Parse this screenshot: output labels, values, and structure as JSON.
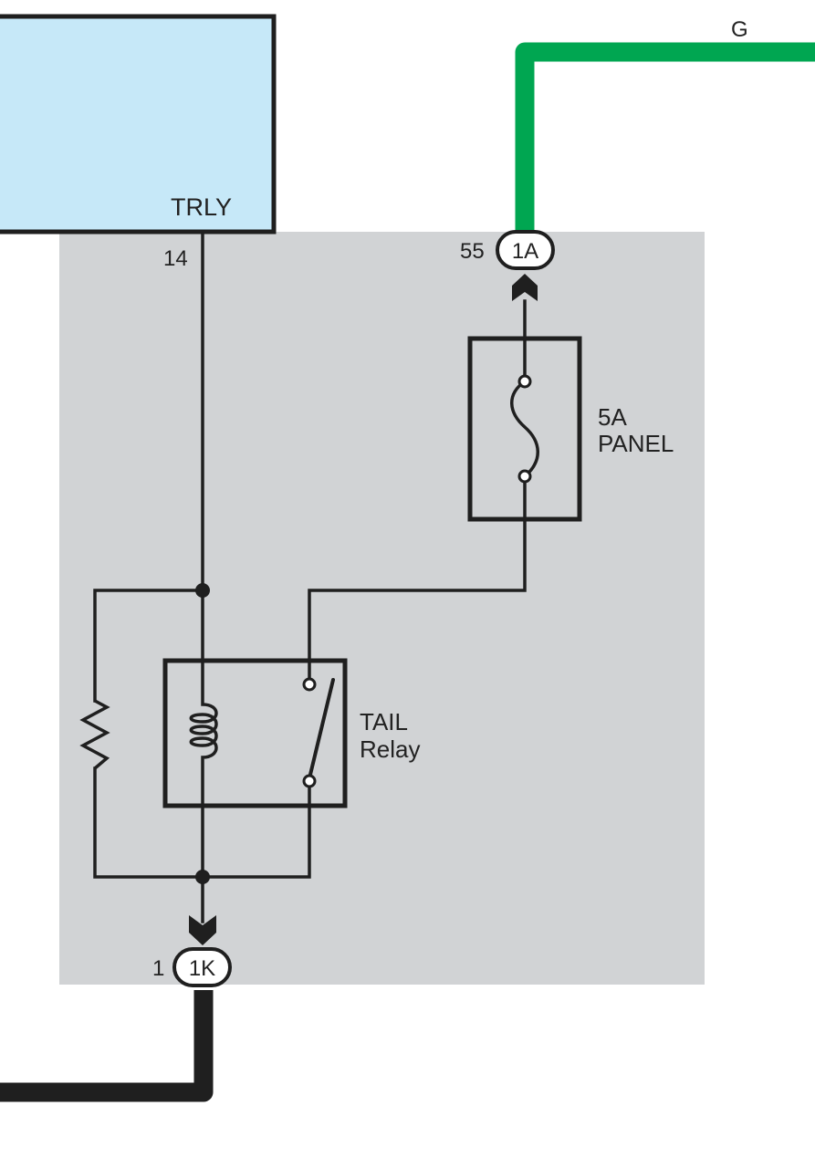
{
  "ecu": {
    "label": "TRLY",
    "pin": "14"
  },
  "top_connector": {
    "pin": "55",
    "label": "1A"
  },
  "bottom_connector": {
    "pin": "1",
    "label": "1K"
  },
  "wire_color_label": "G",
  "fuse": {
    "rating": "5A",
    "name": "PANEL"
  },
  "relay": {
    "line1": "TAIL",
    "line2": "Relay"
  },
  "colors": {
    "ecu_fill": "#c6e8f8",
    "block_fill": "#d1d3d5",
    "green_wire": "#00a651",
    "black_wire": "#1f1f1f"
  },
  "icons": [
    "fuse-icon",
    "relay-coil-icon",
    "relay-switch-icon",
    "resistor-icon",
    "connector-arrow-icon"
  ]
}
